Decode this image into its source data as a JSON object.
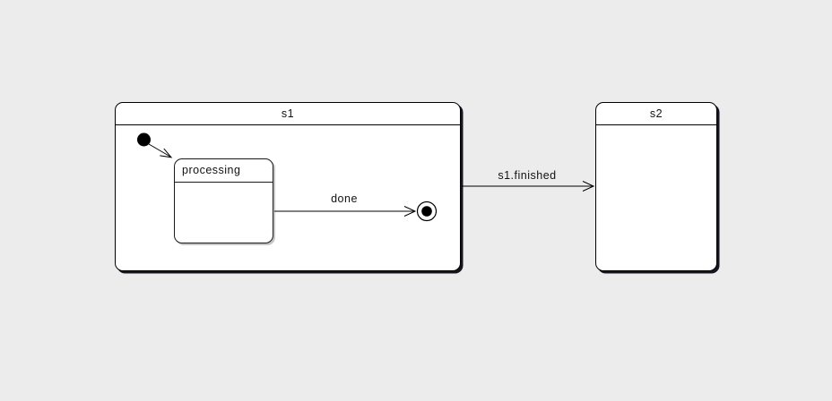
{
  "diagram": {
    "type": "uml-state-machine",
    "background_color": "#ececec",
    "state_fill_color": "#ffffff",
    "border_color": "#000000",
    "shadow_color_dark": "#15151f",
    "shadow_color_light": "#c6c6c6",
    "states": {
      "s1": {
        "label": "s1",
        "kind": "composite-state"
      },
      "processing": {
        "label": "processing",
        "kind": "simple-state",
        "parent": "s1"
      },
      "s2": {
        "label": "s2",
        "kind": "simple-state"
      }
    },
    "pseudostates": {
      "initial": {
        "kind": "initial",
        "parent": "s1"
      },
      "final": {
        "kind": "final",
        "parent": "s1"
      }
    },
    "transitions": {
      "initial_to_processing": {
        "from": "initial",
        "to": "processing",
        "label": ""
      },
      "processing_to_final": {
        "from": "processing",
        "to": "final",
        "label": "done"
      },
      "s1_to_s2": {
        "from": "s1",
        "to": "s2",
        "label": "s1.finished"
      }
    }
  }
}
